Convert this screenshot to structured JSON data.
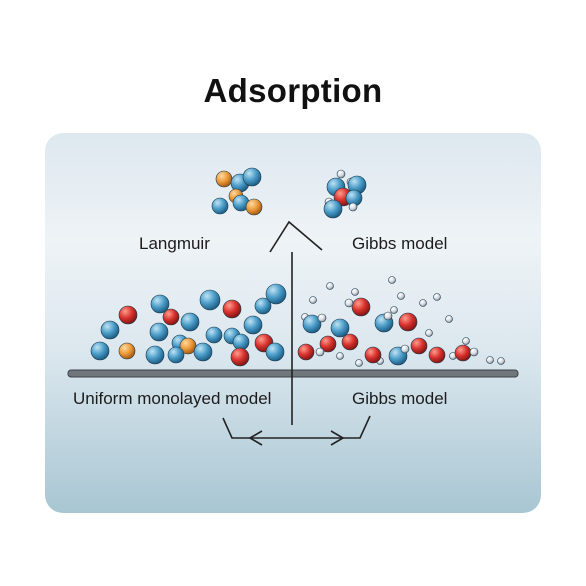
{
  "title": "Adsorption",
  "labels": {
    "top_left": "Langmuir",
    "top_right": "Gibbs model",
    "bottom_left": "Uniform monolayed model",
    "bottom_right": "Gibbs model"
  },
  "colors": {
    "blue_atom": "#4a9cc8",
    "red_atom": "#d7312c",
    "orange_atom": "#ec9a3a",
    "gray_atom": "#d9dde2",
    "surface": "#6f767c",
    "arrow": "#222222",
    "panel_top": "#dde8ef",
    "panel_bottom": "#a8c6d3"
  }
}
